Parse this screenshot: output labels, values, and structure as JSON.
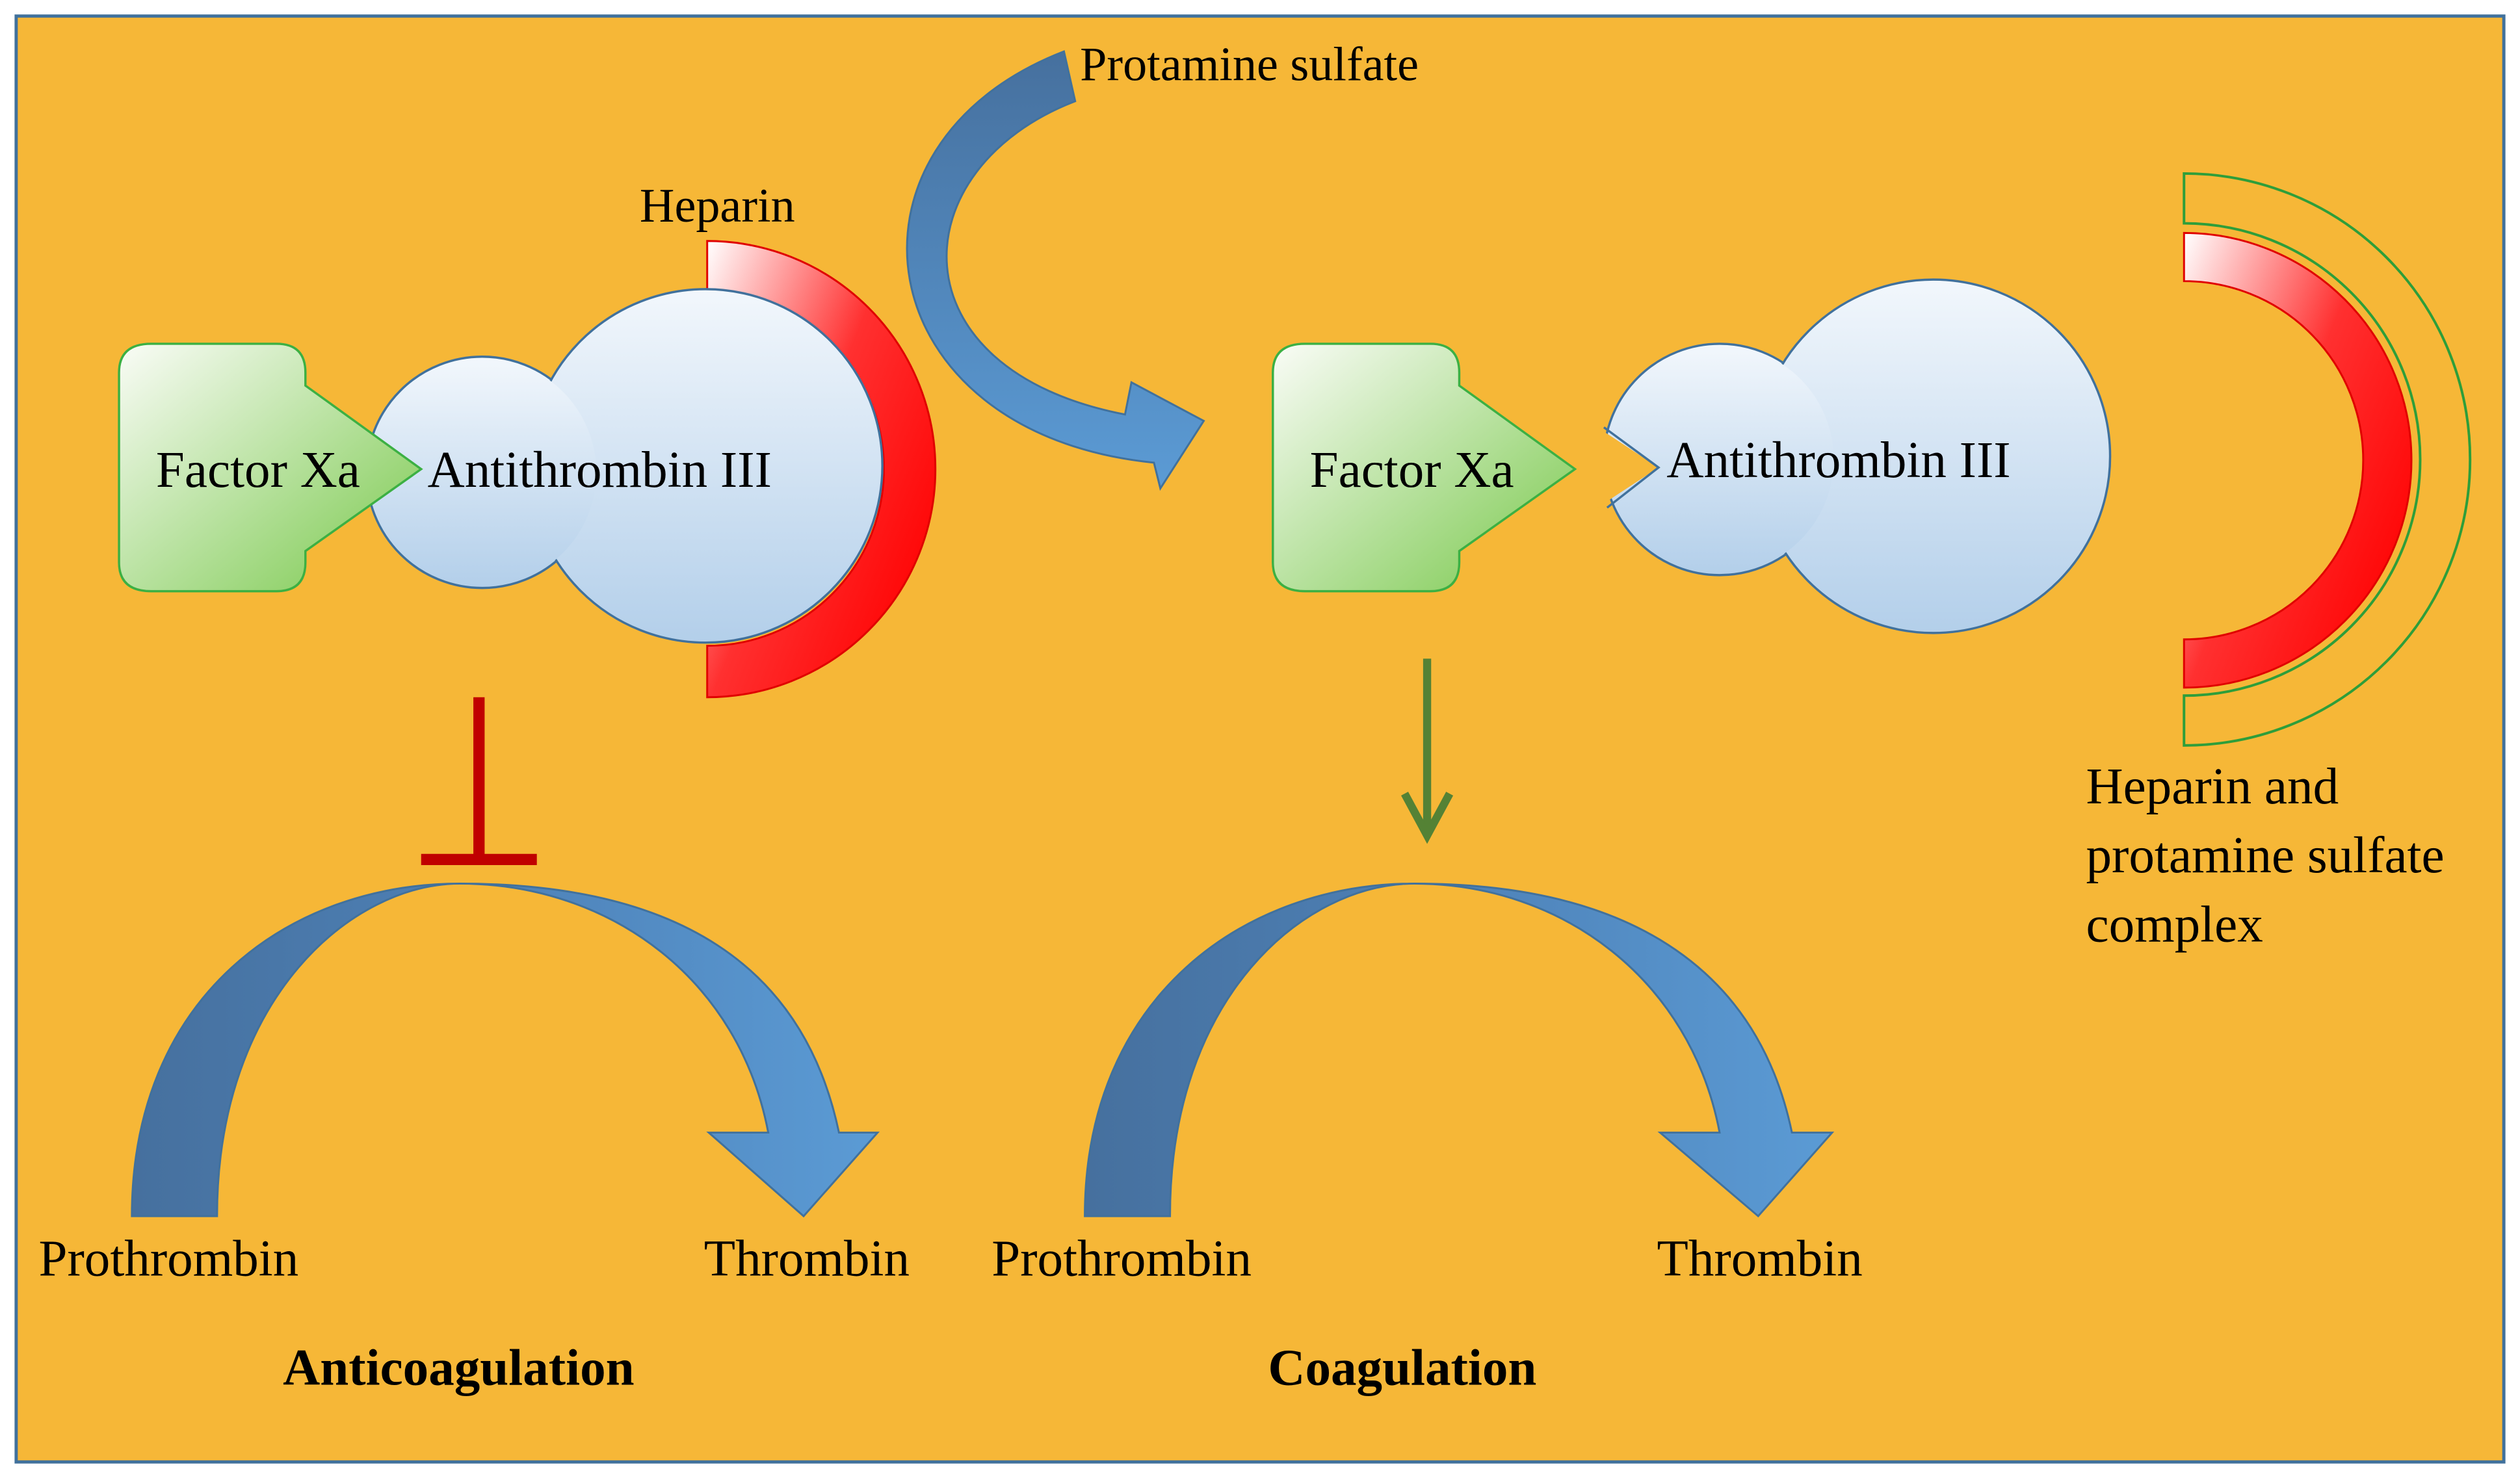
{
  "labels": {
    "protamine": "Protamine sulfate",
    "heparin": "Heparin",
    "factor_left": "Factor Xa",
    "antithrombin_left": "Antithrombin III",
    "factor_right": "Factor Xa",
    "antithrombin_right": "Antithrombin III",
    "complex_line1": "Heparin and",
    "complex_line2": "protamine sulfate",
    "complex_line3": "complex",
    "prothrombin_left": "Prothrombin",
    "thrombin_left": "Thrombin",
    "prothrombin_right": "Prothrombin",
    "thrombin_right": "Thrombin",
    "anticoagulation": "Anticoagulation",
    "coagulation": "Coagulation"
  },
  "colors": {
    "background": "#F6B737",
    "frame": "#41719C",
    "arrow_dark": "#4A7BAB",
    "arrow_light": "#5B9BD5",
    "antithrombin_fill": "#C9DDF0",
    "factor_fill": "#A9D98A",
    "heparin_red": "#FF0000",
    "inhibit_red": "#C00000",
    "activate_green": "#548235",
    "complex_outline": "#2E9E3A"
  }
}
